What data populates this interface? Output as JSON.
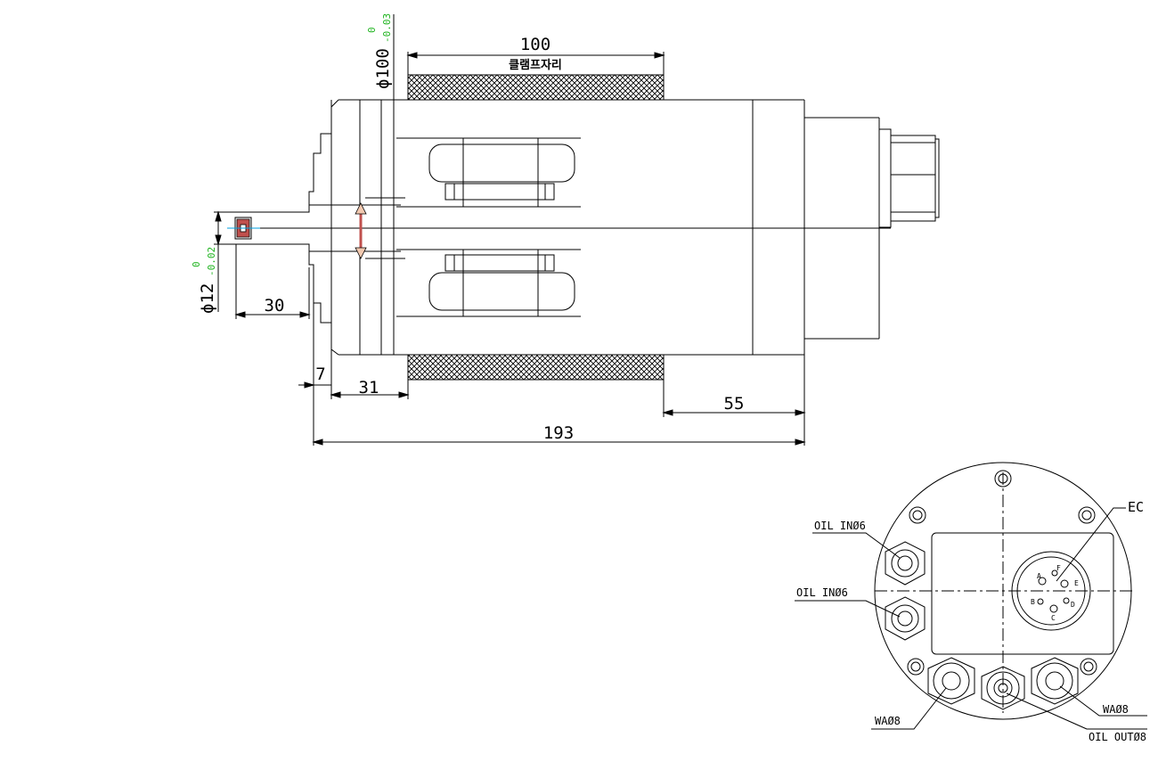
{
  "side_view": {
    "dims": {
      "clamp_length": "100",
      "clamp_label": "클램프자리",
      "body_diameter": "ϕ100",
      "body_tol_upper": "0",
      "body_tol_lower": "-0.03",
      "shaft_diameter": "ϕ12",
      "shaft_tol_upper": "0",
      "shaft_tol_lower": "-0.02",
      "shaft_length": "30",
      "flange_offset": "7",
      "clamp_offset": "31",
      "rear_length": "55",
      "overall_length": "193"
    }
  },
  "end_view": {
    "labels": {
      "ec": "EC",
      "oil_in_top": "OIL INØ6",
      "oil_in_mid": "OIL INØ6",
      "wa_left": "WAØ8",
      "wa_right": "WAØ8",
      "oil_out": "OIL OUTØ8"
    },
    "pins": [
      "A",
      "F",
      "E",
      "B",
      "C",
      "D"
    ]
  },
  "colors": {
    "line": "#000000",
    "tolerance": "#1db31d",
    "axis": "#00a0e0",
    "tool": "#c0504d"
  }
}
